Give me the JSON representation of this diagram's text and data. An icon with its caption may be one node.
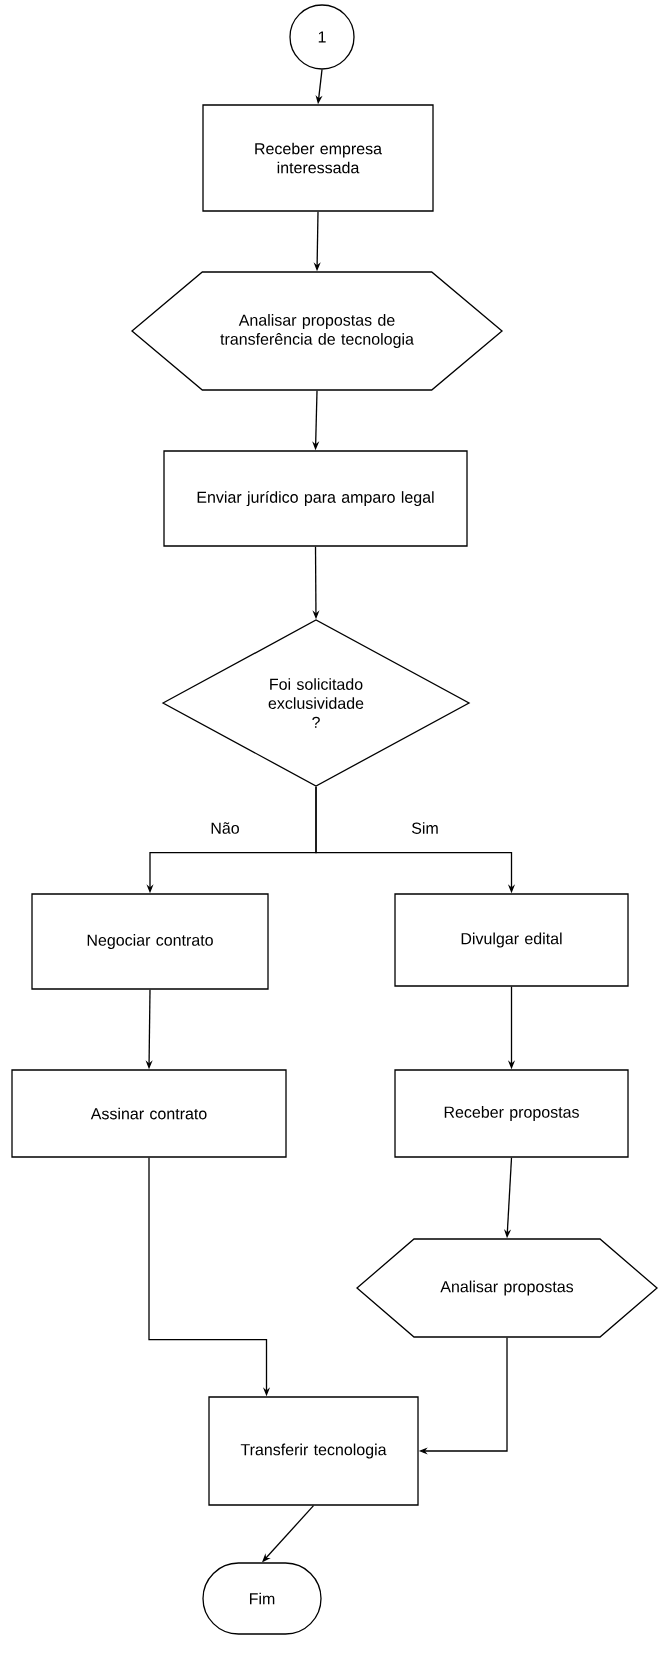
{
  "diagram": {
    "nodes": [
      {
        "text": [
          "1"
        ]
      },
      {
        "text": [
          "Receber empresa interessada"
        ]
      },
      {
        "text": [
          "Analisar propostas de transferência de tecnologia"
        ]
      },
      {
        "text": [
          "Enviar jurídico para amparo legal"
        ]
      },
      {
        "text": [
          "Foi solicitado exclusividade ?"
        ]
      },
      {
        "text": [
          "Negociar contrato"
        ]
      },
      {
        "text": [
          "Divulgar edital"
        ]
      },
      {
        "text": [
          "Assinar contrato"
        ]
      },
      {
        "text": [
          "Receber propostas"
        ]
      },
      {
        "text": [
          "Analisar propostas"
        ]
      },
      {
        "text": [
          "Transferir tecnologia"
        ]
      },
      {
        "text": [
          "Fim"
        ]
      }
    ],
    "edges": [
      {
        "from": 0,
        "to": 1,
        "arrow": "to"
      },
      {
        "from": 1,
        "to": 2,
        "arrow": "to"
      },
      {
        "from": 2,
        "to": 3,
        "arrow": "to"
      },
      {
        "from": 3,
        "to": 4,
        "arrow": "to"
      },
      {
        "from": 4,
        "to": 5,
        "arrow": "to",
        "label": "Não"
      },
      {
        "from": 4,
        "to": 6,
        "arrow": "to",
        "label": "Sim"
      },
      {
        "from": 5,
        "to": 7,
        "arrow": "to"
      },
      {
        "from": 6,
        "to": 8,
        "arrow": "to"
      },
      {
        "from": 8,
        "to": 9,
        "arrow": "to"
      },
      {
        "from": 7,
        "to": 10,
        "arrow": "to"
      },
      {
        "from": 9,
        "to": 10,
        "arrow": "to"
      },
      {
        "from": 10,
        "to": 11,
        "arrow": "to"
      }
    ]
  }
}
